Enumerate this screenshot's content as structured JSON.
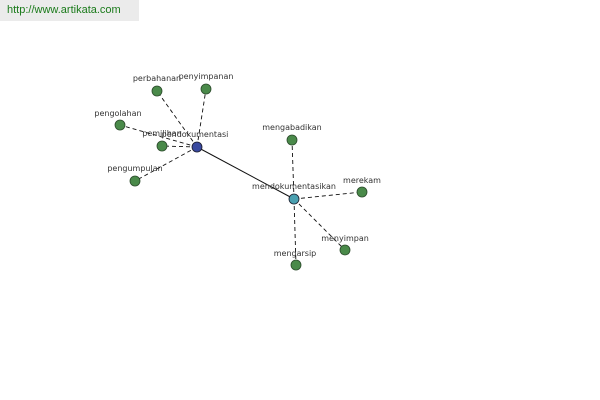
{
  "watermark": {
    "url": "http://www.artikata.com"
  },
  "colors": {
    "leaf": "#4a8a4a",
    "hub_primary": "#3a4aa0",
    "hub_secondary": "#4aa0b0",
    "url_text": "#1a7a1a"
  },
  "graph": {
    "hubs": [
      {
        "id": "h1",
        "label": "pendokumentasi",
        "color": "#3a4aa0"
      },
      {
        "id": "h2",
        "label": "mendokumentasikan",
        "color": "#4aa0b0"
      }
    ],
    "leaves": [
      {
        "id": "l1",
        "label": "perbahanan",
        "hub": "h1"
      },
      {
        "id": "l2",
        "label": "penyimpanan",
        "hub": "h1"
      },
      {
        "id": "l3",
        "label": "pengolahan",
        "hub": "h1"
      },
      {
        "id": "l4",
        "label": "pemilihan",
        "hub": "h1"
      },
      {
        "id": "l5",
        "label": "pengumpulan",
        "hub": "h1"
      },
      {
        "id": "l6",
        "label": "mengabadikan",
        "hub": "h2"
      },
      {
        "id": "l7",
        "label": "merekam",
        "hub": "h2"
      },
      {
        "id": "l8",
        "label": "menyimpan",
        "hub": "h2"
      },
      {
        "id": "l9",
        "label": "mengarsip",
        "hub": "h2"
      }
    ],
    "hub_link": [
      "h1",
      "h2"
    ]
  }
}
